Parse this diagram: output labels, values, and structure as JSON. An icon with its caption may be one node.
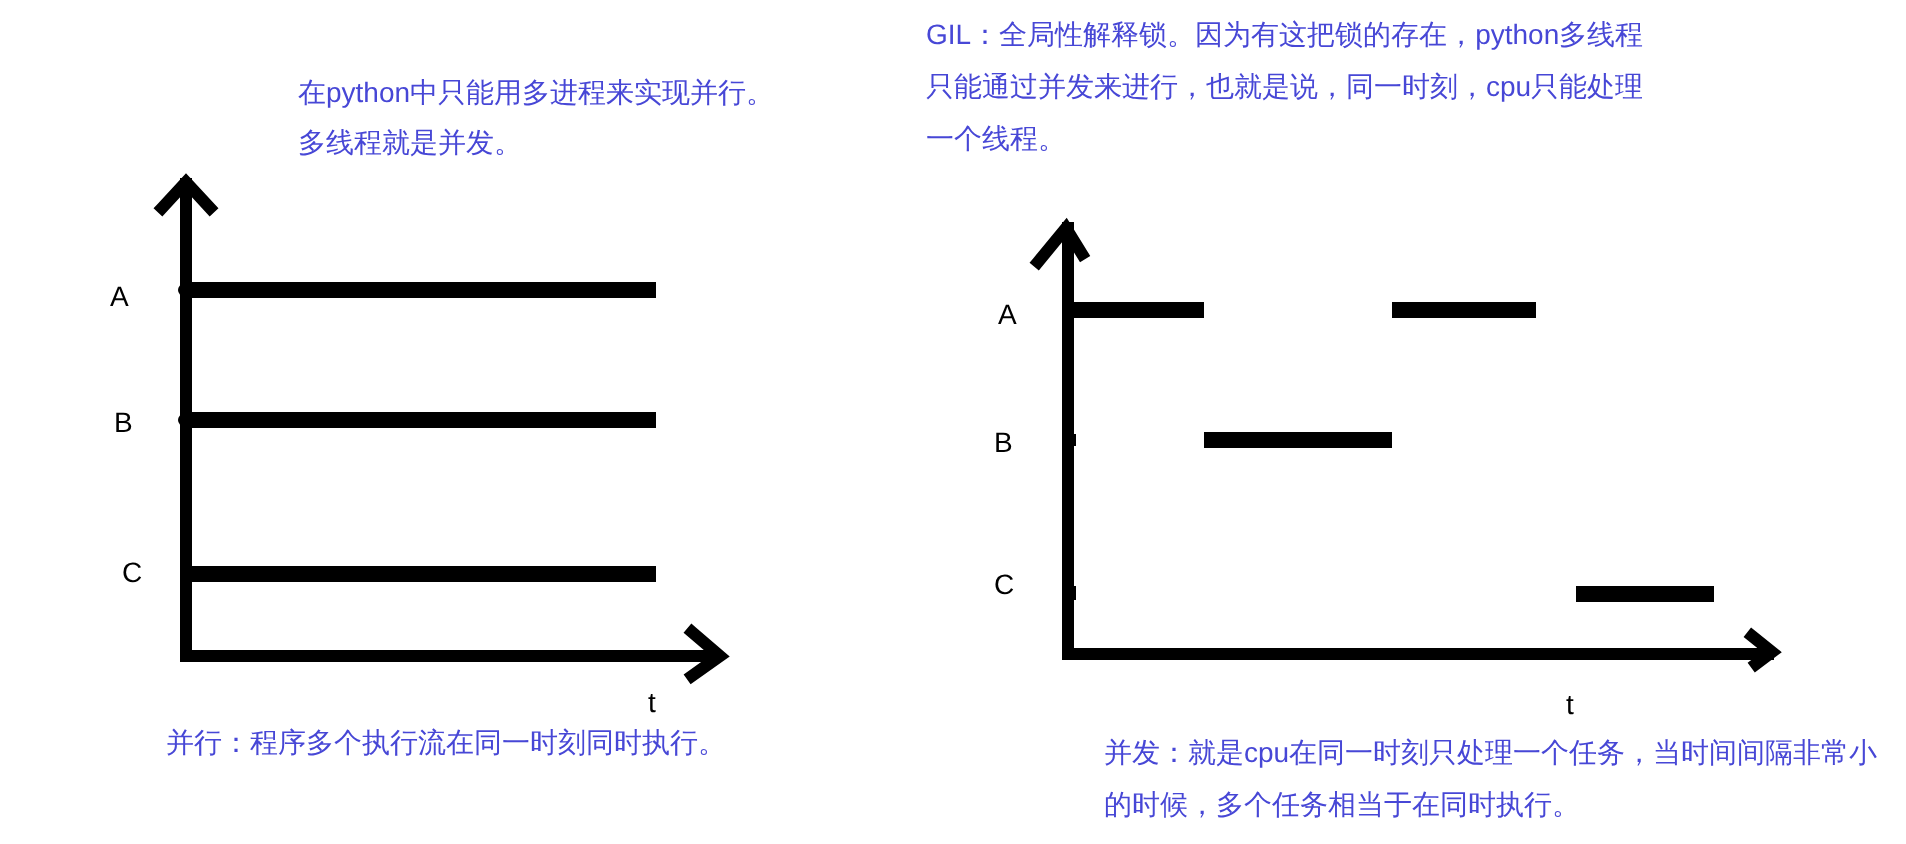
{
  "diagram": {
    "labels": [
      "在python中只能用多进程来实现并行。",
      "多线程就是并发。",
      "A",
      "B",
      "C",
      "t",
      "并行：程序多个执行流在同一时刻同时执行。",
      "GIL：全局性解释锁。因为有这把锁的存在，python多线程只能通过并发来进行，也就是说，同一时刻，cpu只能处理一个线程。",
      "A",
      "B",
      "C",
      "t",
      "并发：就是cpu在同一时刻只处理一个任务，当时间间隔非常小的时候，多个任务相当于在同时执行。"
    ]
  }
}
